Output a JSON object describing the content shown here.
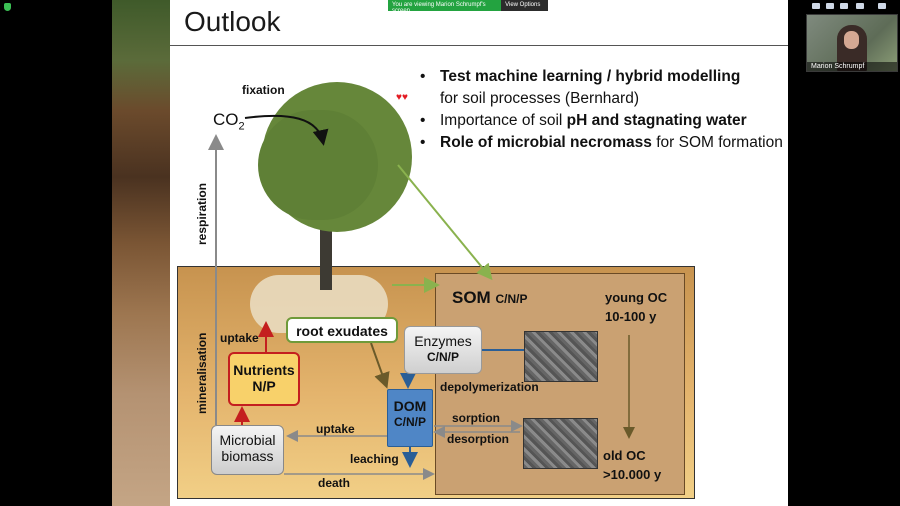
{
  "zoom": {
    "share_text": "You are viewing Marion Schrumpf's screen",
    "view_options": "View Options ⌄",
    "participant_name": "Marion Schrumpf"
  },
  "slide": {
    "title": "Outlook",
    "bullets": [
      {
        "bold": "Test machine learning / hybrid modelling",
        "rest": "for soil processes (Bernhard)"
      },
      {
        "pre": "Importance of soil ",
        "bold": "pH and stagnating water"
      },
      {
        "bold": "Role of microbial necromass",
        "rest": " for SOM formation"
      }
    ],
    "hearts": "♥♥"
  },
  "diagram": {
    "fixation": "fixation",
    "co2": "CO",
    "co2_sub": "2",
    "respiration": "respiration",
    "mineralisation": "mineralisation",
    "uptake_top": "uptake",
    "root_exudates": "root exudates",
    "nutrients": "Nutrients",
    "nutrients_sub": "N/P",
    "enzymes": "Enzymes",
    "enzymes_sub": "C/N/P",
    "depolymerization": "depolymerization",
    "som": "SOM",
    "som_sub": "C/N/P",
    "young_oc": "young OC",
    "young_oc_age": "10-100 y",
    "dom": "DOM",
    "dom_sub": "C/N/P",
    "sorption": "sorption",
    "desorption": "desorption",
    "uptake_bottom": "uptake",
    "leaching": "leaching",
    "microbial_1": "Microbial",
    "microbial_2": "biomass",
    "death": "death",
    "old_oc": "old OC",
    "old_oc_age": ">10.000 y"
  },
  "colors": {
    "share_green": "#23a340",
    "green_arrow": "#8ab24e",
    "red_arrow": "#c41f1f",
    "blue_arrow": "#2a5e96",
    "grey_arrow": "#8a8a8a"
  }
}
